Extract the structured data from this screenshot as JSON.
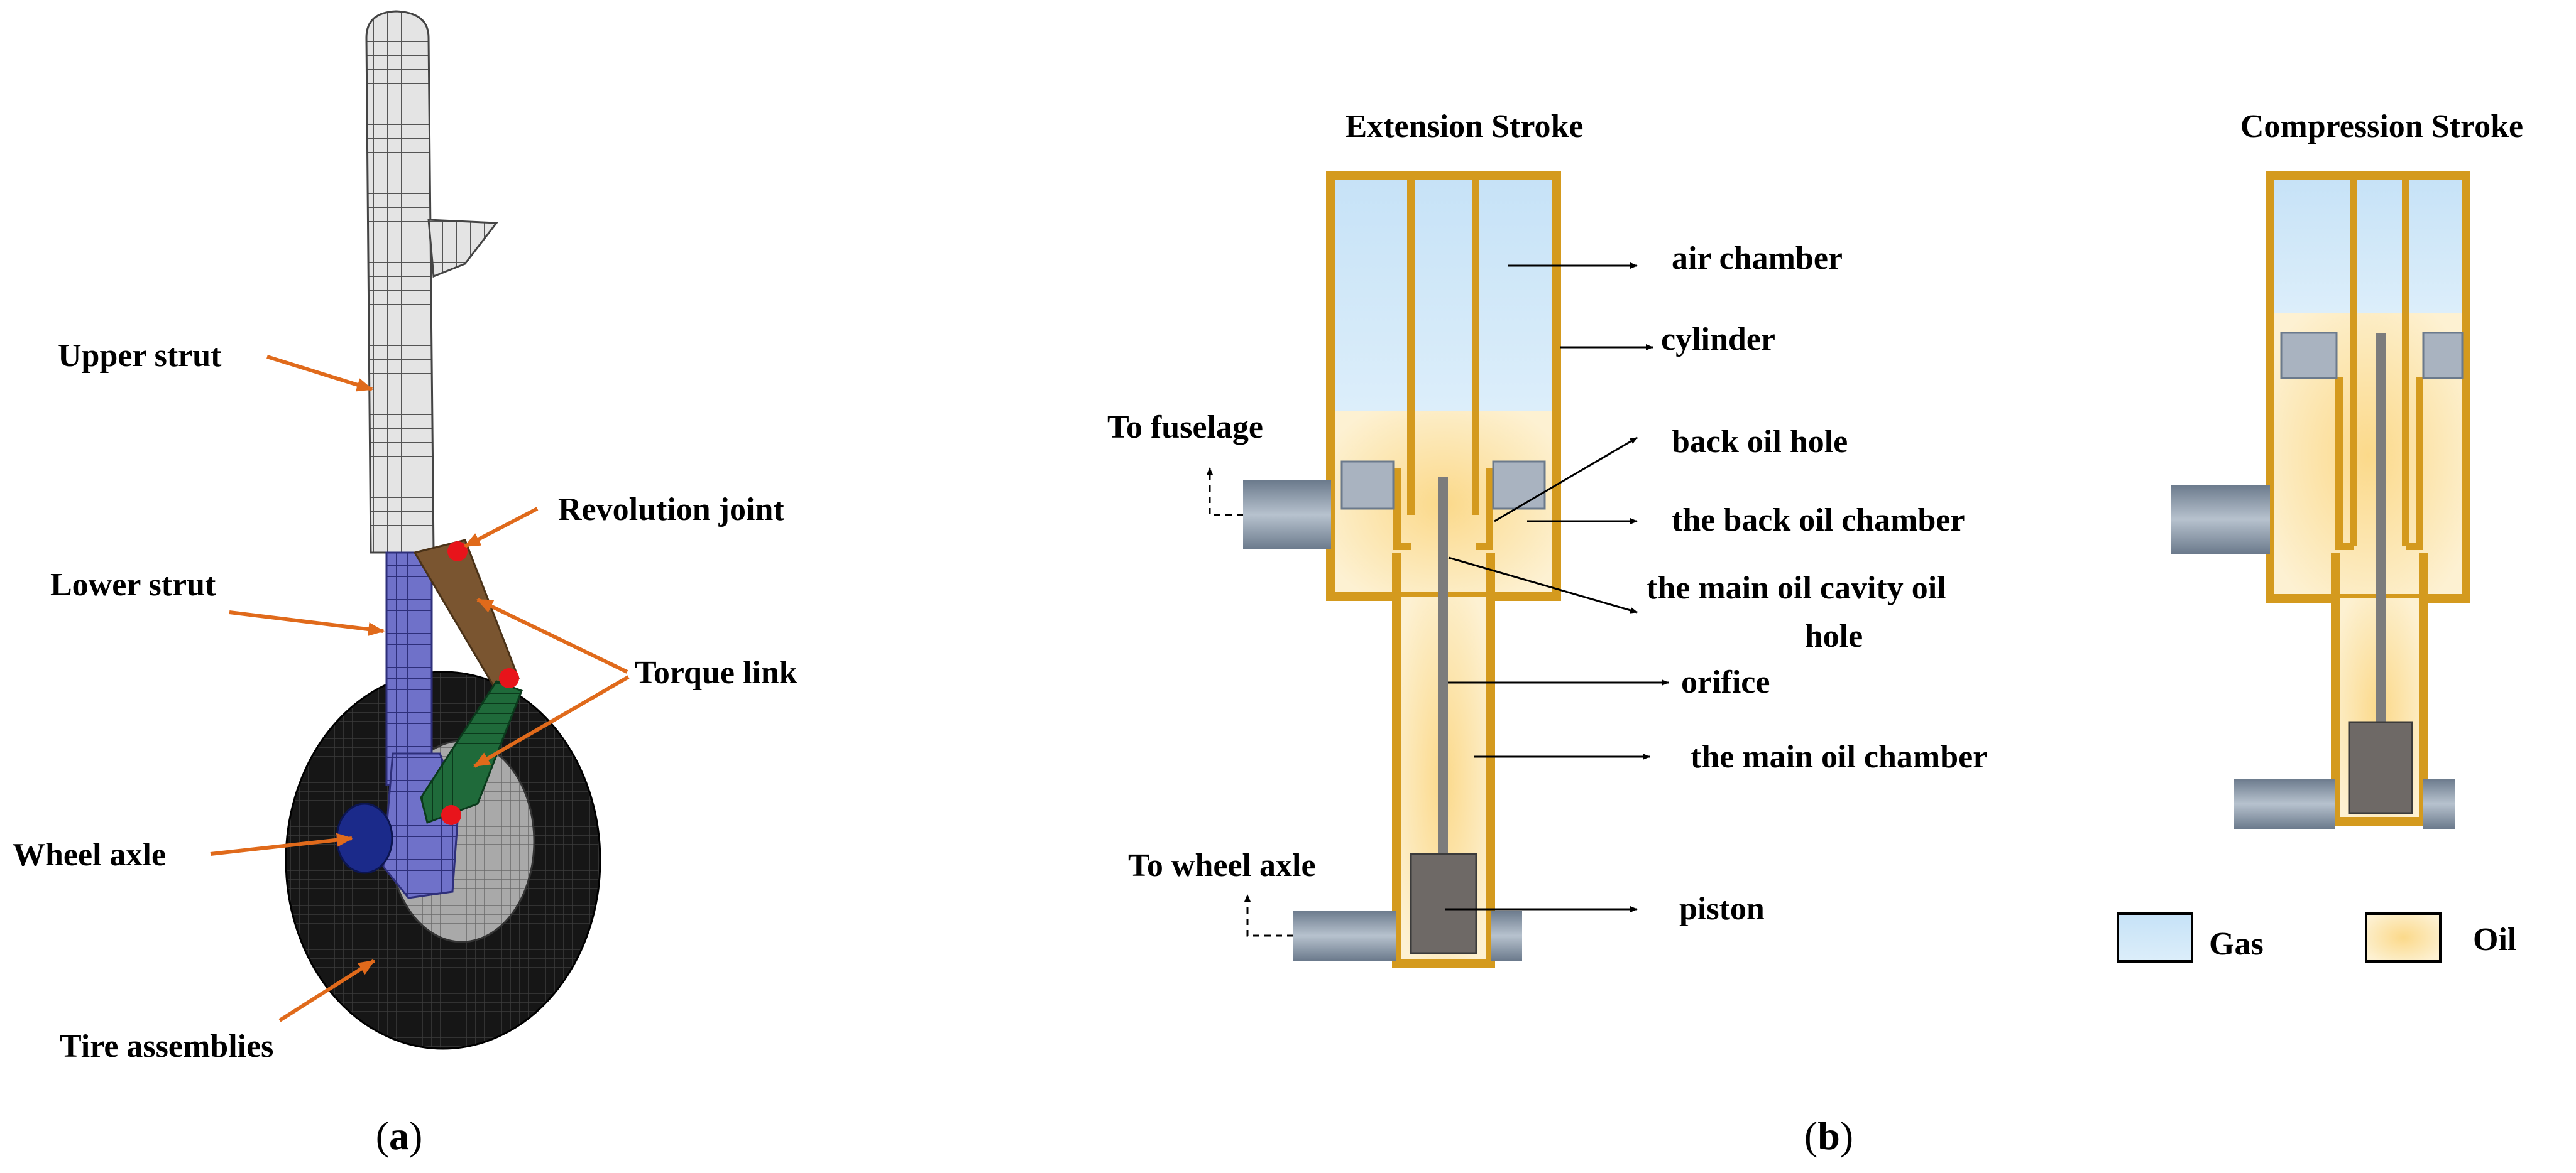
{
  "panel_a": {
    "labels": {
      "upper_strut": "Upper strut",
      "revolution_joint": "Revolution joint",
      "lower_strut": "Lower strut",
      "torque_link": "Torque  link",
      "wheel_axle": "Wheel axle",
      "tire_assemblies": "Tire assemblies"
    },
    "caption_open": "(",
    "caption_letter": "a",
    "caption_close": ")"
  },
  "panel_b": {
    "extension_title": "Extension Stroke",
    "compression_title": "Compression Stroke",
    "labels": {
      "air_chamber": "air chamber",
      "cylinder": "cylinder",
      "to_fuselage": "To fuselage",
      "back_oil_hole": "back oil hole",
      "back_oil_chamber": "the back oil chamber",
      "main_oil_cavity_oil_line1": "the main oil cavity oil",
      "main_oil_cavity_oil_line2": "hole",
      "orifice": "orifice",
      "main_oil_chamber": "the main oil chamber",
      "to_wheel_axle": "To wheel axle",
      "piston": "piston"
    },
    "legend": {
      "gas": "Gas",
      "oil": "Oil"
    },
    "caption_open": "(",
    "caption_letter": "b",
    "caption_close": ")"
  },
  "colors": {
    "frame": "#D49A1E",
    "gas": "#CFE6F8",
    "oil": "#FCE7B2",
    "orange_leader": "#E06A1B",
    "joint_red": "#E8141B",
    "lower_strut": "#6F71C9",
    "torque_upper": "#7A5530",
    "torque_lower": "#1F6A3A",
    "axle": "#1B2A8A",
    "tire": "#141414",
    "mesh_grey": "#C8C8C8",
    "piston": "#6E6966",
    "shaft": "#7C7C7C",
    "mount": "#8A97A8"
  }
}
